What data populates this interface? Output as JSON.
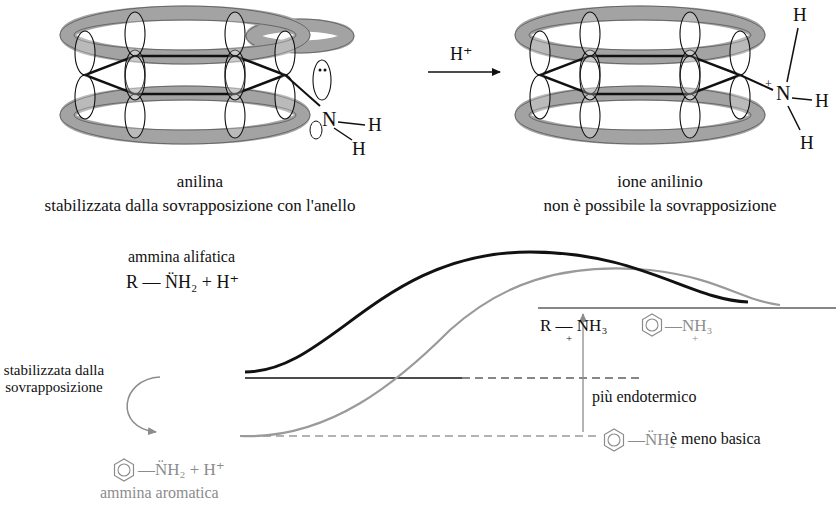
{
  "diagram": {
    "labels": [
      "N",
      "H",
      "H",
      "H⁺",
      "H",
      "N",
      "+",
      "H",
      "H",
      "anilina",
      "stabilizzata dalla sovrapposizione con l'anello",
      "ione anilinio",
      "non è possibile la sovrapposizione",
      "ammina alifatica",
      "R — N̈H₂ + H⁺",
      "R — NH₃",
      "+",
      "—NH₃",
      "+",
      "stabilizzata dalla sovrapposizione",
      "più endotermico",
      "—N̈H₂",
      "è meno basica",
      "—N̈H₂ + H⁺",
      "ammina aromatica"
    ]
  }
}
